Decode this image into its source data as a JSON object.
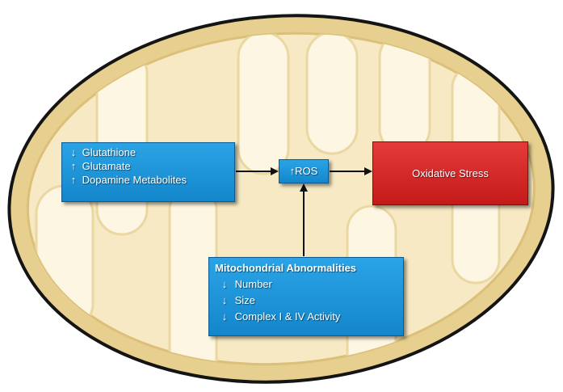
{
  "diagram": {
    "left_box": {
      "items": [
        {
          "arrow": "↓",
          "text": "Glutathione"
        },
        {
          "arrow": "↑",
          "text": "Glutamate"
        },
        {
          "arrow": "↑",
          "text": "Dopamine Metabolites"
        }
      ]
    },
    "ros": {
      "arrow": "↑",
      "text": "ROS"
    },
    "outcome": {
      "text": "Oxidative Stress"
    },
    "mito_box": {
      "title": "Mitochondrial Abnormalities",
      "items": [
        {
          "arrow": "↓",
          "text": "Number"
        },
        {
          "arrow": "↓",
          "text": "Size"
        },
        {
          "arrow": "↓",
          "text": "Complex I & IV Activity"
        }
      ]
    },
    "colors": {
      "membrane_outer": "#e6cf8f",
      "membrane_inner": "#f6e9c3",
      "cristae": "#fdf6e2",
      "outline": "#141414",
      "box_blue": "#1c94d8",
      "box_red": "#d12828",
      "arrow": "#111111"
    }
  }
}
